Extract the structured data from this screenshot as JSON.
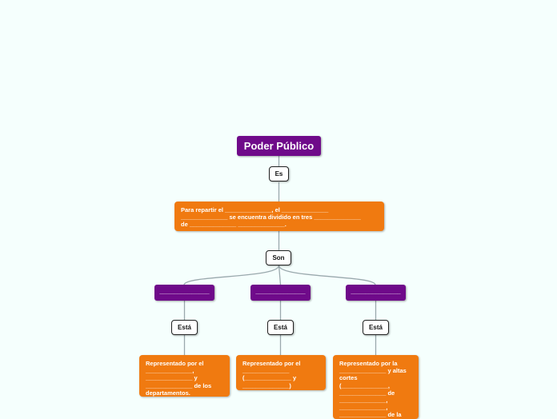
{
  "map": {
    "central": "Poder Público",
    "link_es": "Es",
    "definition": "Para repartir el ______________, el ______________\n______________ se encuentra dividido en tres  ______________\nde  ______________ ______________.",
    "link_son": "Son",
    "branches": [
      {
        "name": "______________",
        "link": "Está",
        "text": "Representado por  el\n______________,\n______________ y\n______________ de los\ndepartamentos."
      },
      {
        "name": "______________",
        "link": "Está",
        "text": "Representado por el\n______________\n(______________ y\n______________)"
      },
      {
        "name": "______________",
        "link": "Está",
        "text": "Representado por la\n______________ y altas\ncortes\n(______________,\n______________ de\n______________,\n______________,\n______________ de la"
      }
    ]
  },
  "colors": {
    "central": "#6f0a8a",
    "branch": "#6f0a8a",
    "description": "#f07a10",
    "connector": "#9aa8ad",
    "background": "#f5fffd"
  }
}
